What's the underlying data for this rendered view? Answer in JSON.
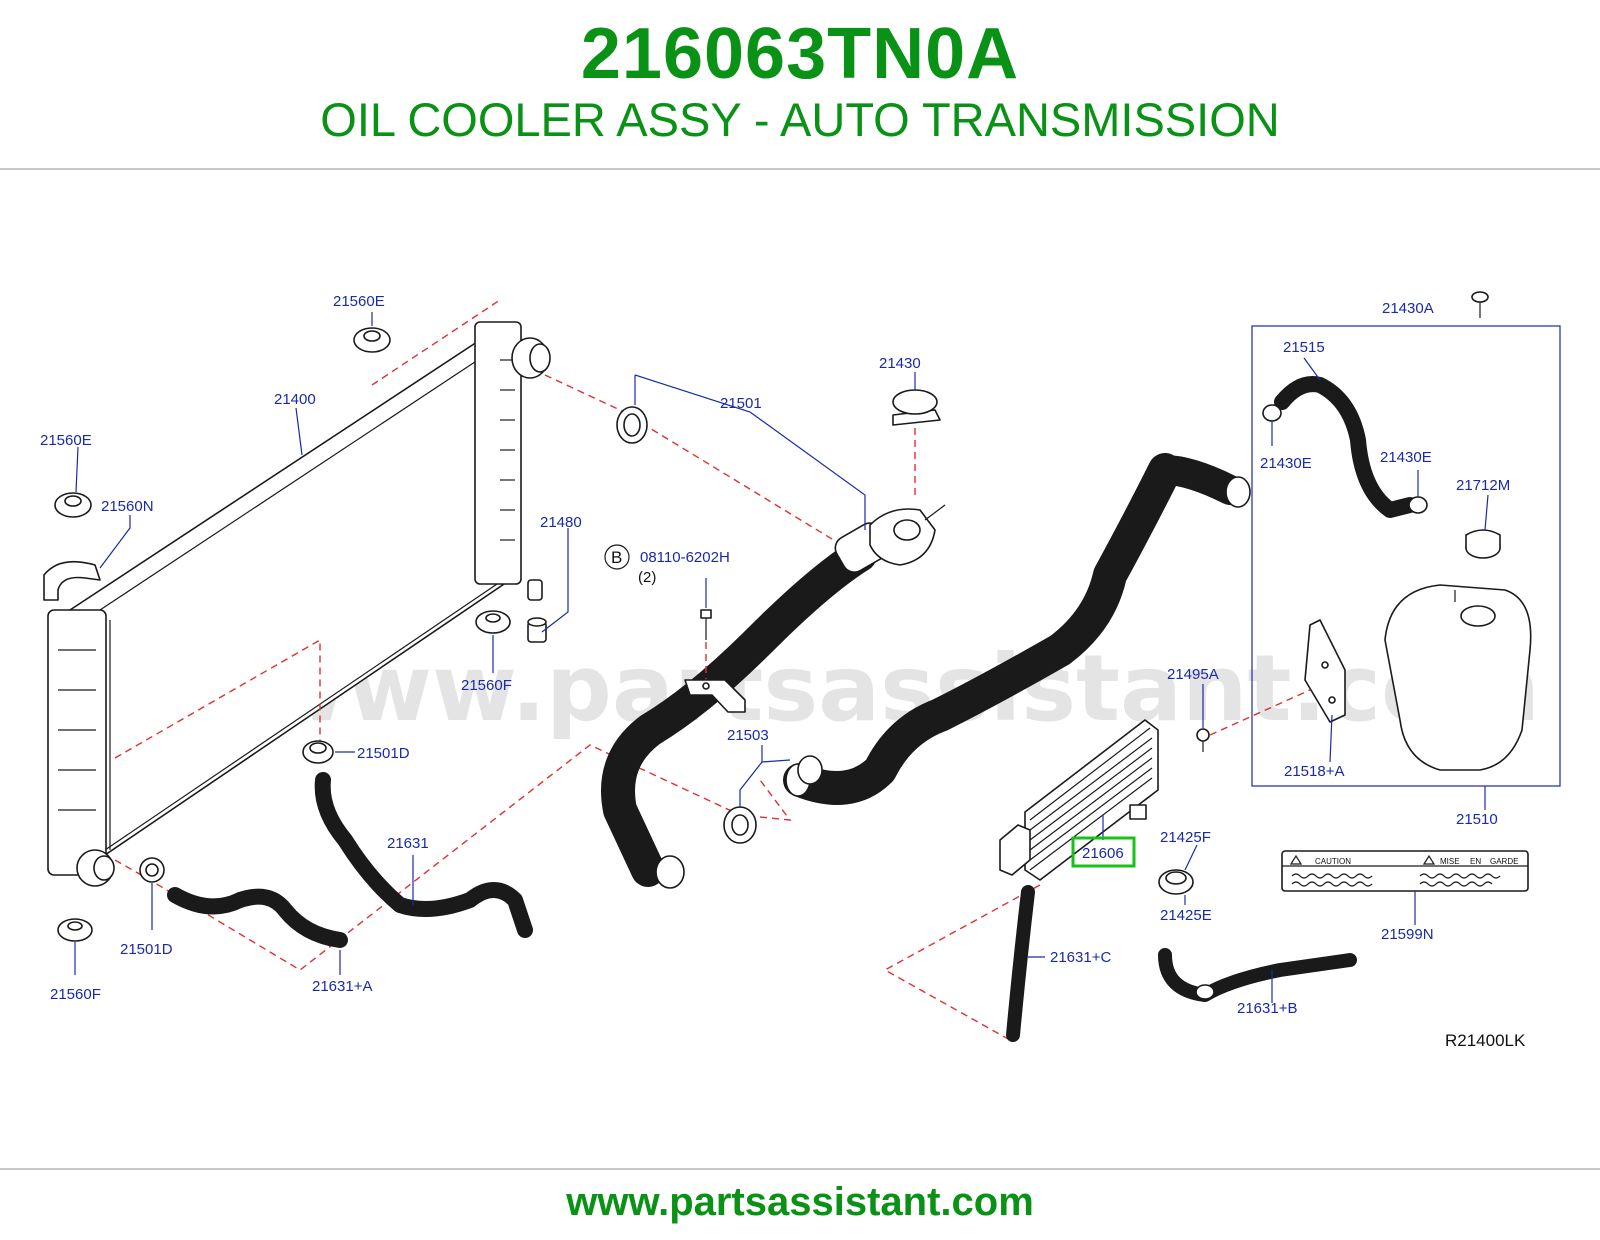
{
  "header": {
    "part_number": "216063TN0A",
    "description": "OIL COOLER ASSY - AUTO TRANSMISSION"
  },
  "watermark": "www.partsassistant.com",
  "diagram": {
    "reference_code": "R21400LK",
    "bolt_symbol": "B",
    "bolt_qty": "(2)",
    "highlighted_part": "21606",
    "callouts": {
      "c21560E_top": "21560E",
      "c21560E_left": "21560E",
      "c21560N": "21560N",
      "c21400": "21400",
      "c21480": "21480",
      "c21560F_mid": "21560F",
      "c21560F_bottom": "21560F",
      "c21501": "21501",
      "c21430": "21430",
      "c08110": "08110-6202H",
      "c21501D_a": "21501D",
      "c21501D_b": "21501D",
      "c21631": "21631",
      "c21631A": "21631+A",
      "c21503": "21503",
      "c21495A": "21495A",
      "c21606": "21606",
      "c21425F": "21425F",
      "c21425E": "21425E",
      "c21631C": "21631+C",
      "c21631B": "21631+B",
      "c21430A": "21430A",
      "c21515": "21515",
      "c21430E_a": "21430E",
      "c21430E_b": "21430E",
      "c21712M": "21712M",
      "c21518A": "21518+A",
      "c21510": "21510",
      "c21599N": "21599N"
    },
    "caution_label": {
      "caution": "CAUTION",
      "mise": "MISE",
      "en": "EN",
      "garde": "GARDE"
    }
  },
  "footer": {
    "url": "www.partsassistant.com"
  },
  "colors": {
    "brand_green": "#0a9216",
    "callout_blue": "#1a2aa8",
    "dashed_red": "#e03030",
    "highlight_green": "#19c219"
  }
}
